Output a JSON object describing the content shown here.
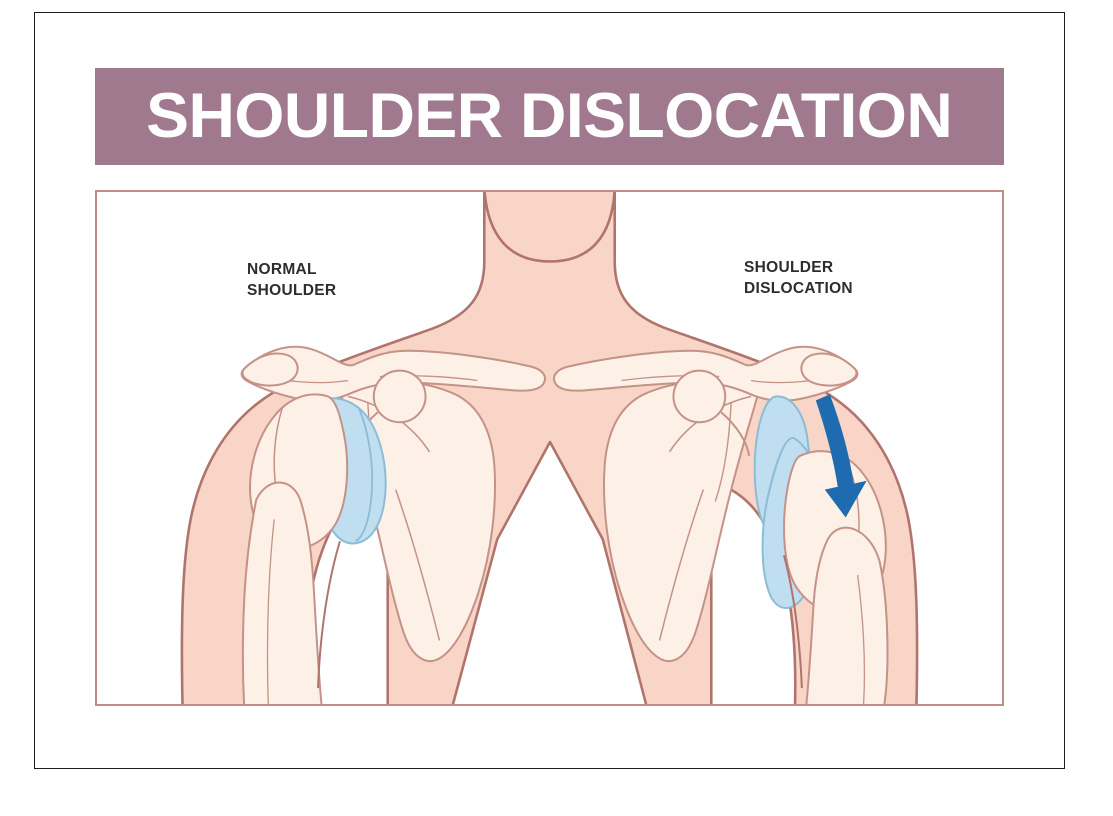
{
  "page": {
    "background_color": "#ffffff",
    "border_color": "#1d1d1d"
  },
  "banner": {
    "title": "SHOULDER DISLOCATION",
    "background_color": "#a1798f",
    "text_color": "#ffffff"
  },
  "illustration": {
    "frame_border_color": "#c08d86",
    "labels": {
      "normal": "NORMAL\nSHOULDER",
      "dislocation": "SHOULDER\nDISLOCATION"
    },
    "palette": {
      "skin_fill": "#f8d5c6",
      "skin_outline": "#b0746c",
      "bone_fill": "#fdf0e6",
      "bone_outline": "#c49287",
      "cartilage_fill": "#bfdef0",
      "cartilage_outline": "#8cbcd6",
      "arrow_color": "#1f6bb0"
    },
    "annotations": {
      "arrow_direction": "downward",
      "arrow_meaning": "humeral head displaced inferiorly out of the glenoid"
    },
    "anatomy_parts": [
      "neck",
      "torso",
      "left-arm",
      "right-arm",
      "clavicle",
      "acromion",
      "coracoid-process",
      "scapula",
      "humeral-head",
      "humerus-shaft",
      "glenoid-labrum-cartilage"
    ]
  }
}
